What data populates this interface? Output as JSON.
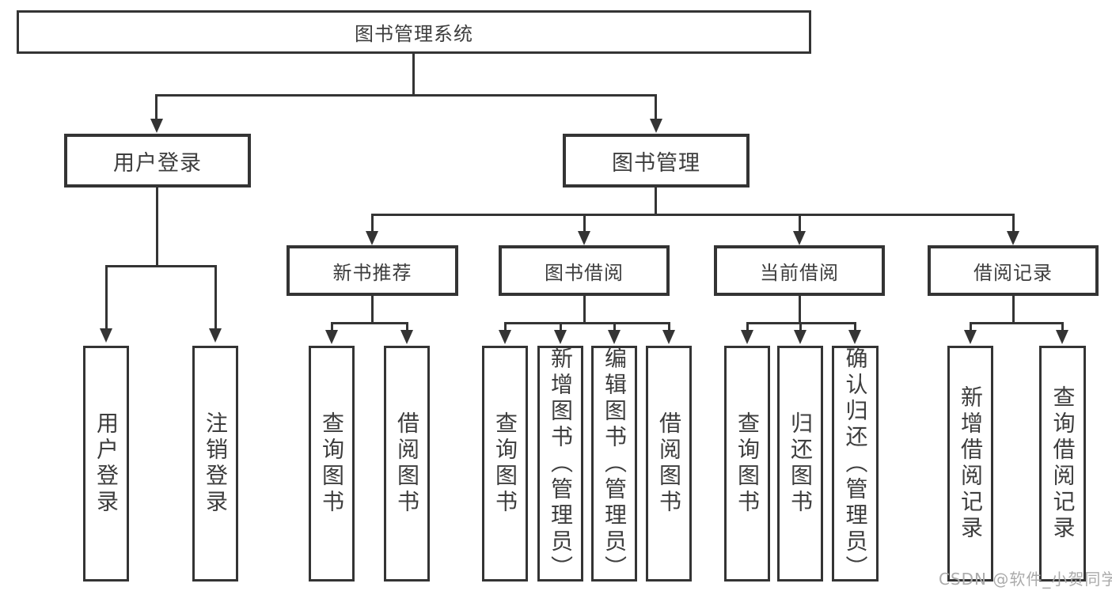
{
  "nodes": {
    "root": "图书管理系统",
    "level2": [
      "用户登录",
      "图书管理"
    ],
    "level3": [
      "新书推荐",
      "图书借阅",
      "当前借阅",
      "借阅记录"
    ],
    "leaves": {
      "login": [
        "用户登录",
        "注销登录"
      ],
      "recommend": [
        "查询图书",
        "借阅图书"
      ],
      "borrow": [
        "查询图书",
        "新增图书（管理员）",
        "编辑图书（管理员）",
        "借阅图书"
      ],
      "current": [
        "查询图书",
        "归还图书",
        "确认归还（管理员）"
      ],
      "records": [
        "新增借阅记录",
        "查询借阅记录"
      ]
    }
  },
  "watermark": "CSDN @软件_小贺同学",
  "colors": {
    "line": "#343434",
    "text": "#3d3d3d",
    "background": "#ffffff",
    "watermark": "#ababab"
  }
}
